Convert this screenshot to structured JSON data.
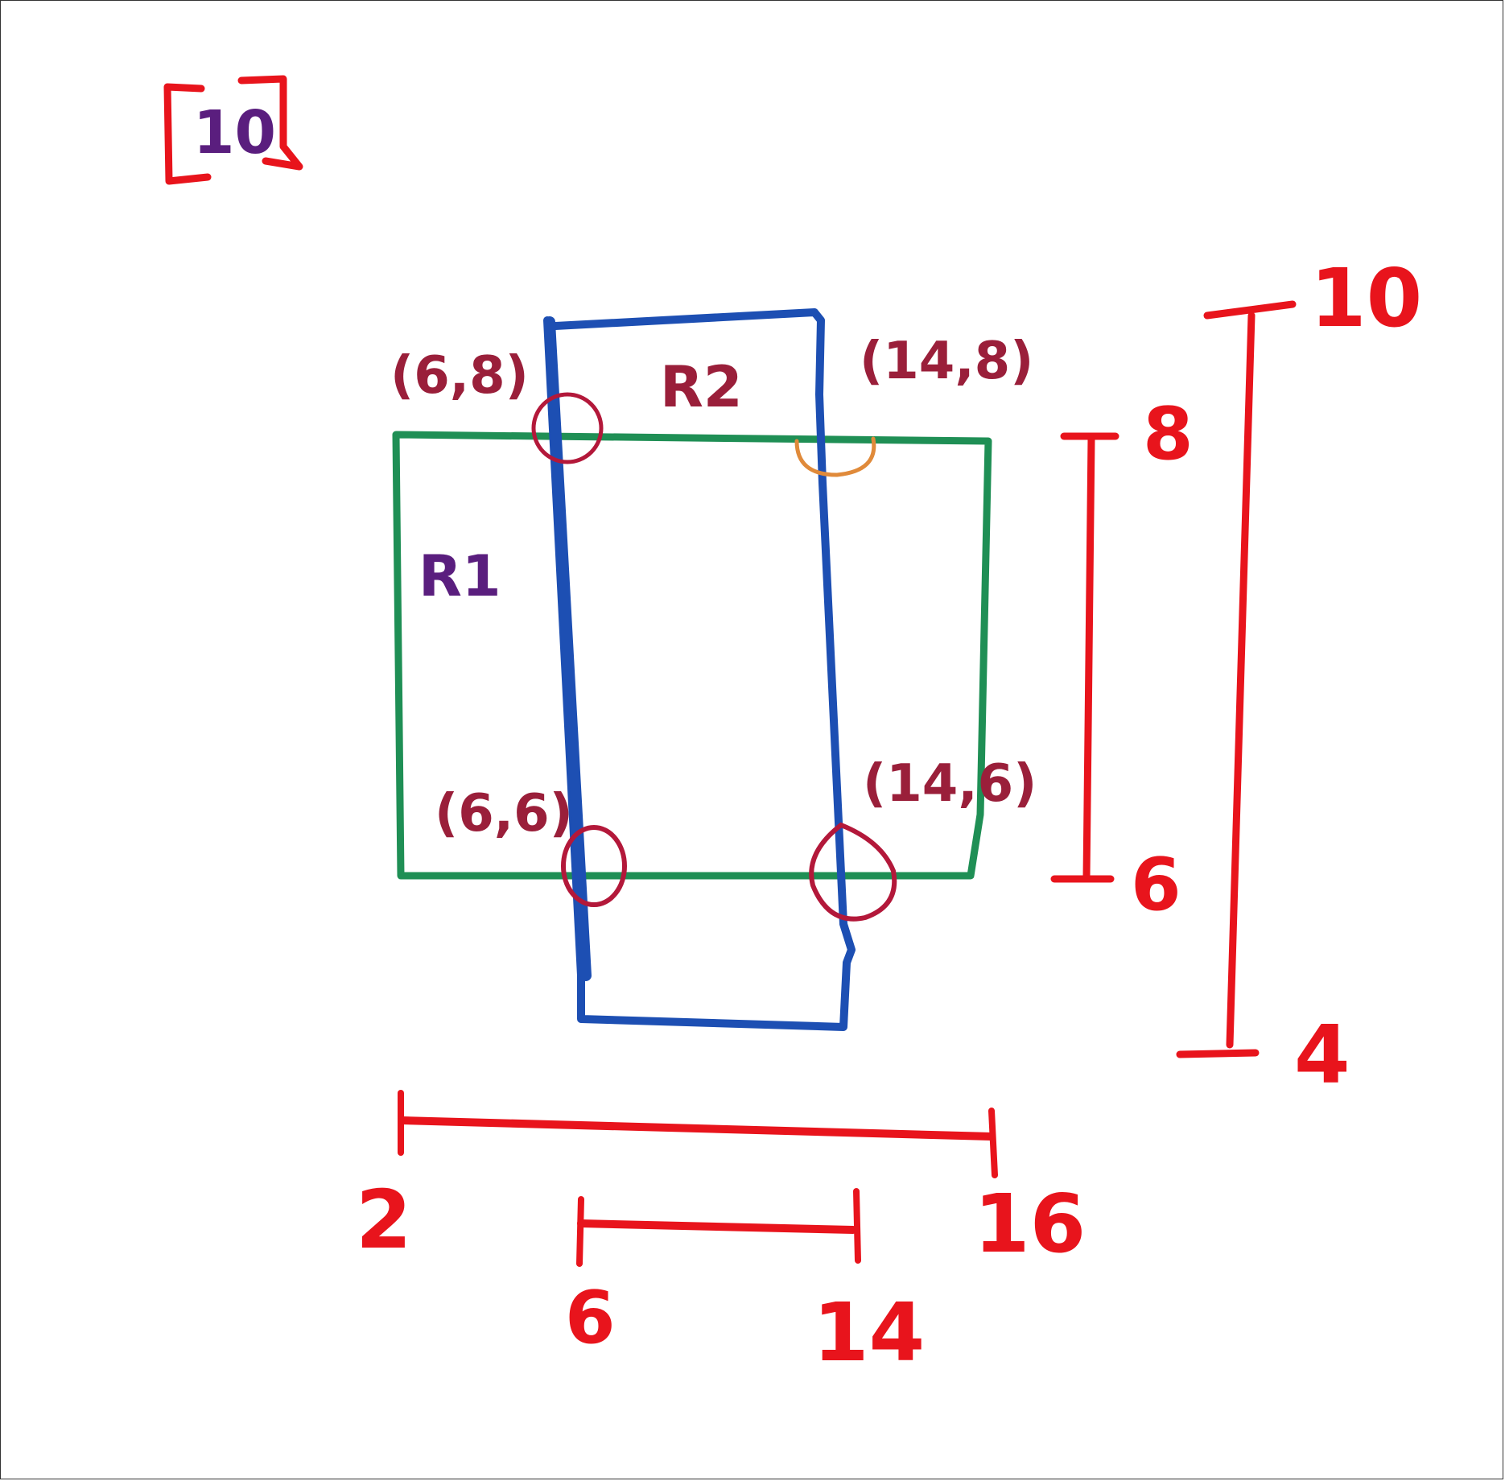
{
  "problem_number": "10",
  "rectangles": {
    "r1_label": "R1",
    "r2_label": "R2"
  },
  "corner_labels": {
    "top_left": "(6,8)",
    "top_right": "(14,8)",
    "bottom_left": "(6,6)",
    "bottom_right": "(14,6)"
  },
  "horizontal_ranges": {
    "outer": {
      "start": "2",
      "end": "16"
    },
    "inner": {
      "start": "6",
      "end": "14"
    }
  },
  "vertical_ranges": {
    "inner": {
      "top": "8",
      "bottom": "6"
    },
    "outer": {
      "top": "10",
      "bottom": "4"
    }
  },
  "colors": {
    "r1_outline": "#1f8f55",
    "r2_outline": "#1d4fb3",
    "ranges": "#e8141c",
    "corner_labels": "#9a1f3a",
    "rect_labels": "#5a1e7e"
  }
}
